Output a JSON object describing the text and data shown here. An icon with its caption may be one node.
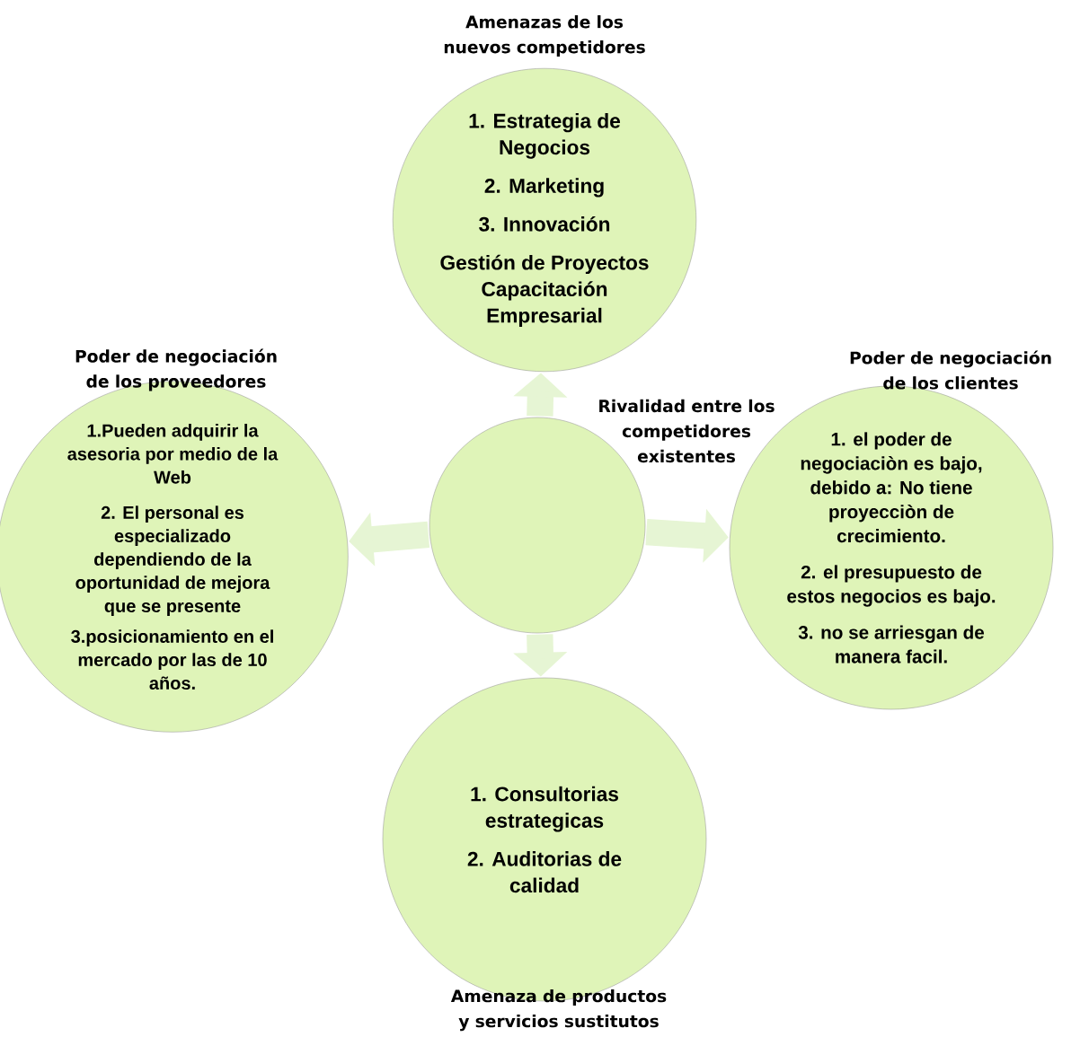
{
  "diagram": {
    "nodes": [
      {
        "text": [
          "Amenazas de los nuevos competidores",
          "1. Estrategia de Negocios",
          "2. Marketing",
          "3. Innovación",
          "Gestión de Proyectos",
          "Capacitación Empresarial"
        ]
      },
      {
        "text": [
          "Poder de negociación de los proveedores",
          "1.Pueden adquirir la asesoria por medio de la Web",
          "2. El personal es especializado dependiendo de la oportunidad de mejora que se presente",
          "3.posicionamiento en el mercado por las de 10 años."
        ]
      },
      {
        "text": [
          "Rivalidad entre los competidores existentes"
        ]
      },
      {
        "text": [
          "Poder de negociación de los clientes",
          "1. el poder de negociaciòn es bajo, debido a: No tiene proyecciòn de crecimiento.",
          "2. el presupuesto de estos negocios es bajo.",
          "3. no se arriesgan de manera facil."
        ]
      },
      {
        "text": [
          "1. Consultorias estrategicas",
          "2. Auditorias de calidad",
          "Amenaza de productos y servicios sustitutos"
        ]
      }
    ],
    "edges": [
      {
        "from": 2,
        "to": 0,
        "arrow": "to"
      },
      {
        "from": 2,
        "to": 1,
        "arrow": "to"
      },
      {
        "from": 2,
        "to": 3,
        "arrow": "to"
      },
      {
        "from": 2,
        "to": 4,
        "arrow": "to"
      }
    ]
  }
}
